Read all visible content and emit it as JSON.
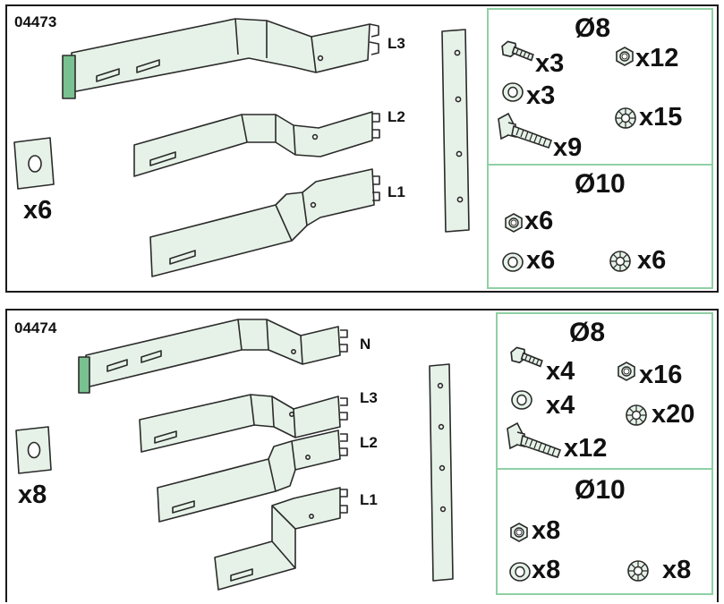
{
  "colors": {
    "part_fill": "#e6f2e8",
    "part_stroke": "#2a2a2a",
    "insulator": "#79c190",
    "hw_border": "#8fd0a4"
  },
  "kit_a": {
    "code": "04473",
    "spacer_qty": "x6",
    "phases": [
      "L3",
      "L2",
      "L1"
    ],
    "hardware": {
      "m8_heading": "Ø8",
      "m8": [
        {
          "icon": "hex-bolt-icon",
          "qty": "x3"
        },
        {
          "icon": "hex-nut-icon",
          "qty": "x12"
        },
        {
          "icon": "flat-washer-icon",
          "qty": "x3"
        },
        {
          "icon": "serrated-washer-icon",
          "qty": "x15"
        },
        {
          "icon": "t-head-bolt-icon",
          "qty": "x9"
        }
      ],
      "m10_heading": "Ø10",
      "m10": [
        {
          "icon": "hex-nut-icon",
          "qty": "x6"
        },
        {
          "icon": "flat-washer-icon",
          "qty": "x6"
        },
        {
          "icon": "serrated-washer-icon",
          "qty": "x6"
        }
      ]
    }
  },
  "kit_b": {
    "code": "04474",
    "spacer_qty": "x8",
    "phases": [
      "N",
      "L3",
      "L2",
      "L1"
    ],
    "hardware": {
      "m8_heading": "Ø8",
      "m8": [
        {
          "icon": "hex-bolt-icon",
          "qty": "x4"
        },
        {
          "icon": "hex-nut-icon",
          "qty": "x16"
        },
        {
          "icon": "flat-washer-icon",
          "qty": "x4"
        },
        {
          "icon": "serrated-washer-icon",
          "qty": "x20"
        },
        {
          "icon": "t-head-bolt-icon",
          "qty": "x12"
        }
      ],
      "m10_heading": "Ø10",
      "m10": [
        {
          "icon": "hex-nut-icon",
          "qty": "x8"
        },
        {
          "icon": "flat-washer-icon",
          "qty": "x8"
        },
        {
          "icon": "serrated-washer-icon",
          "qty": "x8"
        }
      ]
    }
  }
}
